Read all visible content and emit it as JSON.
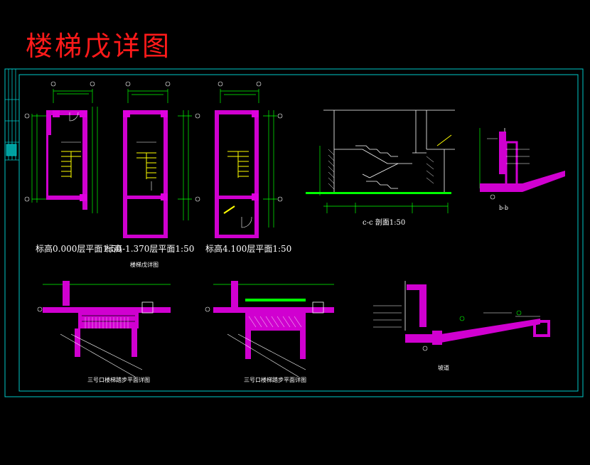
{
  "sheet_title": "楼梯戊详图",
  "labels": {
    "plan1": "标高0.000层平面1:50",
    "plan2": "标高-1.370层平面1:50",
    "plan3": "标高4.100层平面1:50",
    "plan_group": "楼梯戊详图",
    "section_cc": "c-c 剖面1:50",
    "section_bb": "b-b",
    "detail_left": "三号口楼梯踏步平面详图",
    "detail_mid": "三号口楼梯踏步平面详图",
    "ramp": "坡道"
  },
  "colors": {
    "background": "#000000",
    "frame": "#00c8c8",
    "wall_fill": "#d000d0",
    "dimension": "#00ff00",
    "stair": "#ffff00",
    "title_text": "#ff1a1a"
  }
}
